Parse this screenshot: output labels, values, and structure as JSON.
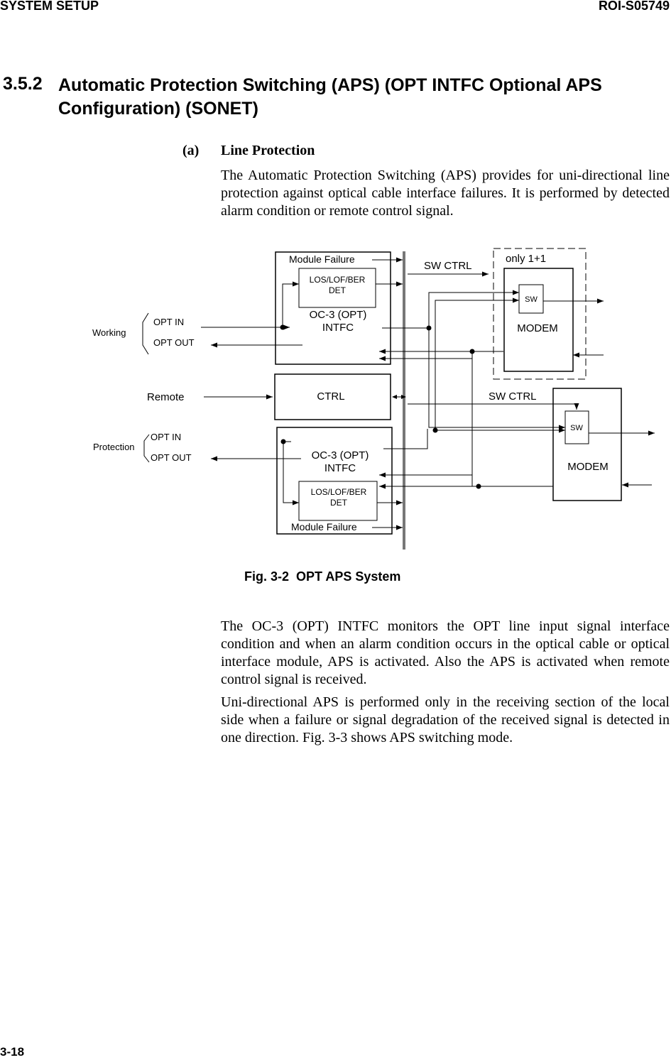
{
  "header": {
    "section": "SYSTEM SETUP",
    "doc_id": "ROI-S05749"
  },
  "section": {
    "number": "3.5.2",
    "title": "Automatic Protection Switching (APS) (OPT INTFC Optional APS Configuration) (SONET)"
  },
  "subsection": {
    "label": "(a)",
    "title": "Line Protection"
  },
  "paragraphs": {
    "intro": "The Automatic Protection Switching (APS) provides for uni-directional line protection against optical cable interface failures. It is performed by detected alarm condition or remote control signal.",
    "monitor": "The OC-3 (OPT) INTFC monitors the OPT line input signal interface condition and when an alarm condition occurs in the optical cable or optical interface module, APS is activated. Also the APS is activated when remote control signal is received.",
    "unidirectional": "Uni-directional APS is performed only in the receiving section of the local side when a failure or signal degradation of the received signal is detected in one direction. Fig. 3-3 shows APS switching mode."
  },
  "figure": {
    "caption": "Fig. 3-2  OPT APS System",
    "labels": {
      "working": "Working",
      "protection": "Protection",
      "remote": "Remote",
      "opt_in": "OPT IN",
      "opt_out": "OPT OUT",
      "module_failure": "Module Failure",
      "det_line1": "LOS/LOF/BER",
      "det_line2": "DET",
      "intfc_line1": "OC-3 (OPT)",
      "intfc_line2": "INTFC",
      "ctrl": "CTRL",
      "sw_ctrl": "SW CTRL",
      "only": "only 1+1",
      "sw": "SW",
      "modem": "MODEM"
    }
  },
  "footer": {
    "page": "3-18"
  }
}
